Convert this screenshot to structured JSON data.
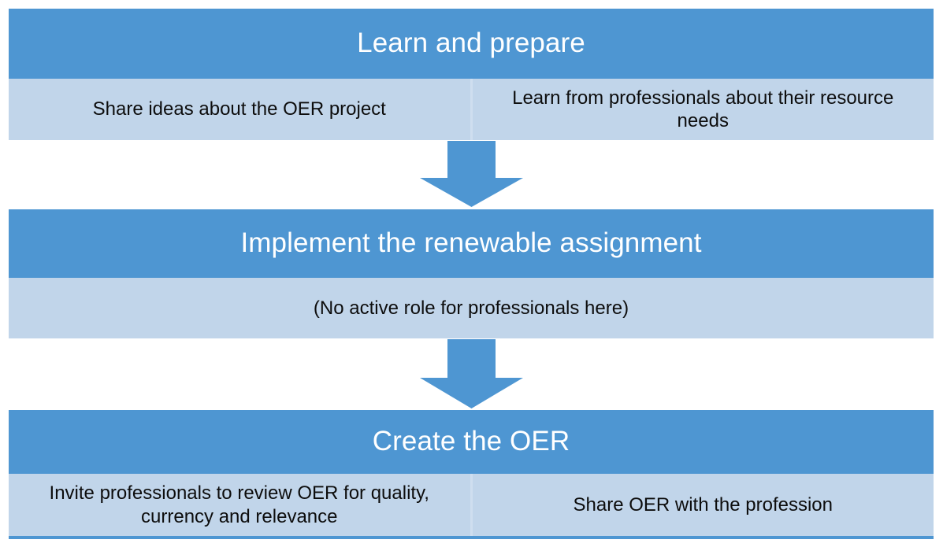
{
  "diagram": {
    "type": "flowchart",
    "orientation": "vertical",
    "colors": {
      "header_blue": "#4E96D2",
      "body_light_blue": "#C1D5EA",
      "divider": "#CFDEEF",
      "header_text": "#FFFFFF",
      "body_text": "#0D0D0D",
      "background": "#FFFFFF"
    },
    "stages": [
      {
        "id": "learn-and-prepare",
        "title": "Learn and prepare",
        "cells": [
          "Share ideas about the OER project",
          "Learn from professionals about their resource needs"
        ]
      },
      {
        "id": "implement-the-renewable-assignment",
        "title": "Implement the renewable assignment",
        "cells": [
          "(No active role for professionals here)"
        ]
      },
      {
        "id": "create-the-oer",
        "title": "Create the OER",
        "cells": [
          "Invite professionals to review OER for quality, currency and relevance",
          "Share OER with the profession"
        ]
      }
    ],
    "connectors": [
      {
        "id": "arrow-1",
        "from": "learn-and-prepare",
        "to": "implement-the-renewable-assignment",
        "direction": "down"
      },
      {
        "id": "arrow-2",
        "from": "implement-the-renewable-assignment",
        "to": "create-the-oer",
        "direction": "down"
      }
    ]
  }
}
